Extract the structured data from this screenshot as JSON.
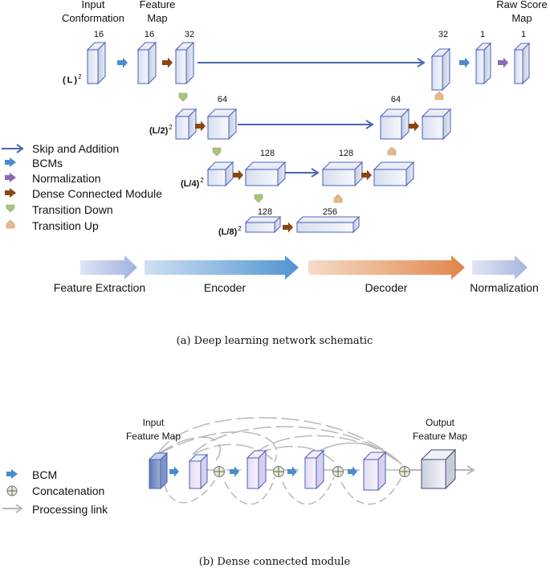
{
  "panel_a": {
    "header_input": [
      "Input",
      "Conformation"
    ],
    "header_feature": [
      "Feature",
      "Map"
    ],
    "header_raw": [
      "Raw Score",
      "Map"
    ],
    "ch": {
      "c16a": "16",
      "c16b": "16",
      "c32a": "32",
      "c64a": "64",
      "c128a": "128",
      "c128b": "128",
      "c256": "256",
      "c128c": "128",
      "c64b": "64",
      "c32b": "32",
      "c1a": "1",
      "c1b": "1"
    },
    "sizes": {
      "L": "L",
      "L2": "L/2",
      "L4": "L/4",
      "L8": "L/8",
      "open": "(",
      "close": ")",
      "sup": "2"
    },
    "legend": [
      {
        "label": "Skip and Addition",
        "icon": "skip-arrow-icon",
        "color": "#4a66b0"
      },
      {
        "label": "BCMs",
        "icon": "bcm-arrow-icon",
        "color": "#4a8ccc"
      },
      {
        "label": "Normalization",
        "icon": "normalization-arrow-icon",
        "color": "#8a6ab0"
      },
      {
        "label": "Dense Connected Module",
        "icon": "dense-arrow-icon",
        "color": "#8b4513"
      },
      {
        "label": "Transition Down",
        "icon": "transition-down-icon",
        "color": "#a8c47c"
      },
      {
        "label": "Transition Up",
        "icon": "transition-up-icon",
        "color": "#e8b88a"
      }
    ],
    "stages": [
      "Feature Extraction",
      "Encoder",
      "Decoder",
      "Normalization"
    ],
    "caption": "(a)  Deep learning network schematic"
  },
  "panel_b": {
    "input_label": [
      "Input",
      "Feature Map"
    ],
    "output_label": [
      "Output",
      "Feature Map"
    ],
    "legend": [
      {
        "label": "BCM",
        "icon": "bcm-arrow-icon"
      },
      {
        "label": "Concatenation",
        "icon": "concatenation-icon"
      },
      {
        "label": "Processing link",
        "icon": "processing-link-icon"
      }
    ],
    "caption": "(b)  Dense connected module"
  },
  "colors": {
    "block_front": "#e6ebf7",
    "block_edge": "#4a5fb8",
    "block_b_front": "#ece6f6",
    "skip": "#4a66b0",
    "bcm": "#4a8ccc",
    "norm": "#8a6ab0",
    "dense": "#8b4513",
    "tdown": "#a8c47c",
    "tup": "#e8b88a",
    "link": "#b8b8b8"
  }
}
